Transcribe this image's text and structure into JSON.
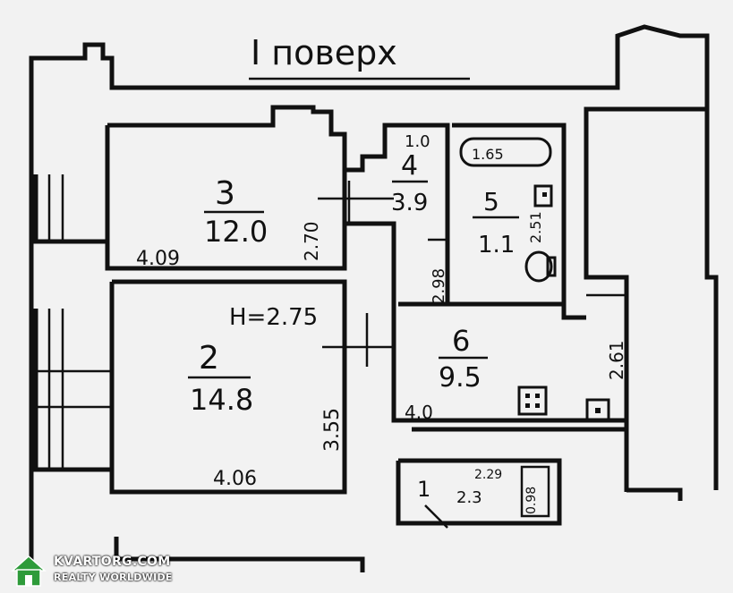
{
  "floor_title": "I поверх",
  "ceiling_height": "H=2.75",
  "rooms": [
    {
      "number": "1",
      "area": "2.3"
    },
    {
      "number": "2",
      "area": "14.8"
    },
    {
      "number": "3",
      "area": "12.0"
    },
    {
      "number": "4",
      "area": "3.9"
    },
    {
      "number": "5",
      "area": "1.1"
    },
    {
      "number": "6",
      "area": "9.5"
    }
  ],
  "dimensions": {
    "room3_width": "4.09",
    "room3_depth": "2.70",
    "room2_width": "4.06",
    "room2_depth": "3.55",
    "room4_top": "1.0",
    "room4_depth": "2.98",
    "bath_length": "1.65",
    "room5_depth": "2.51",
    "room6_width": "4.0",
    "room6_depth": "2.61",
    "room1_dim_a": "2.29",
    "room1_dim_b": "0.98"
  },
  "watermark": {
    "brand": "KVARTORG.COM",
    "tagline": "REALTY WORLDWIDE",
    "colors": {
      "house": "#2e9b3a",
      "text": "#ffffff"
    }
  }
}
